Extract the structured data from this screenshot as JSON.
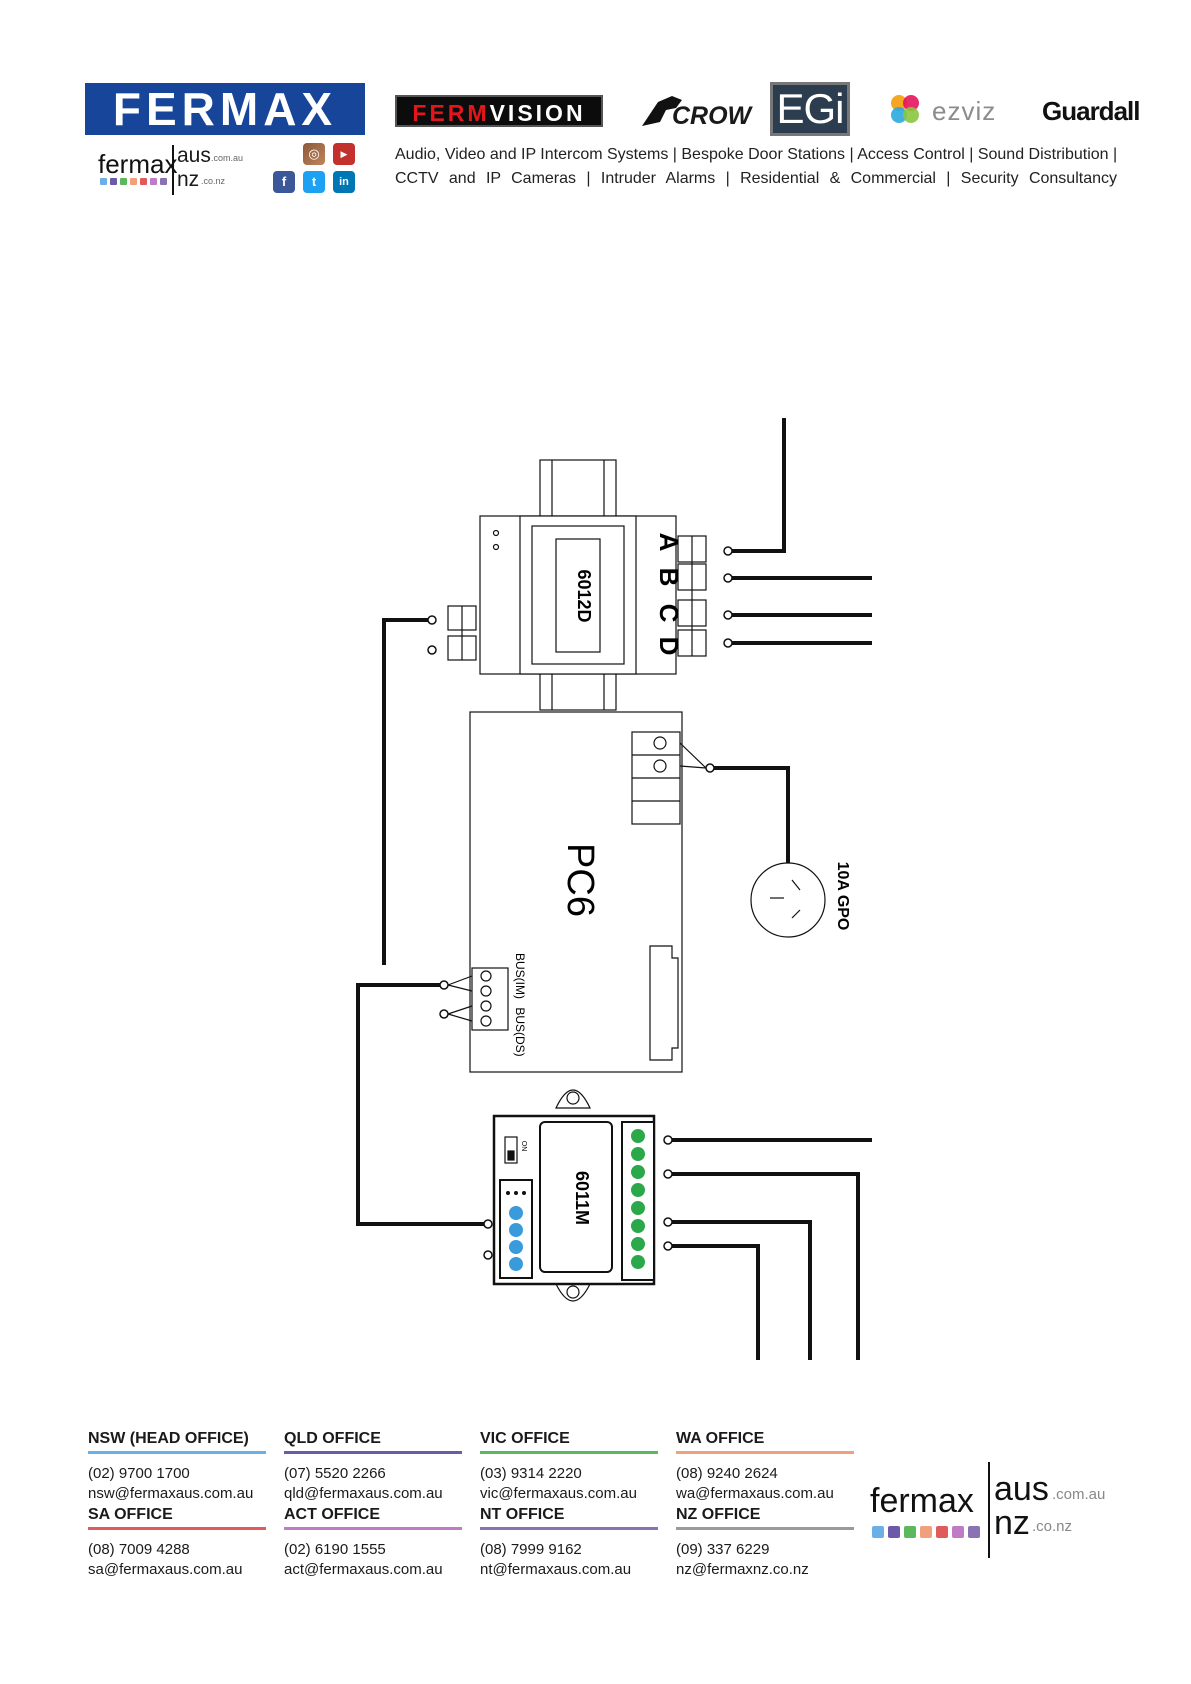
{
  "header": {
    "brands": {
      "fermax": "FERMAX",
      "fermvision_red": "FERM",
      "fermvision_white": "VISION",
      "crow": "CROW",
      "egi": "EGi",
      "ezviz": "ezviz",
      "guardall": "Guardall"
    },
    "site_brand": {
      "word": "fermax",
      "aus": "aus",
      "aus_tld": ".com.au",
      "nz": "nz",
      "nz_tld": ".co.nz"
    },
    "social_icons": [
      "instagram-icon",
      "youtube-icon",
      "facebook-icon",
      "twitter-icon",
      "linkedin-icon"
    ],
    "tagline_line1": "Audio, Video and IP Intercom Systems | Bespoke Door Stations | Access Control | Sound Distribution |",
    "tagline_line2": "CCTV and IP Cameras | Intruder Alarms | Residential & Commercial | Security Consultancy",
    "colors": {
      "fermax_blue": "#16459a",
      "fermvision_red": "#e4161c"
    }
  },
  "diagram": {
    "module_6012d": {
      "label": "6012D",
      "terminals": [
        "A",
        "B",
        "C",
        "D"
      ]
    },
    "power_supply": {
      "label": "PC6",
      "bus_im": "BUS(IM)",
      "bus_ds": "BUS(DS)"
    },
    "gpo": {
      "label": "10A GPO"
    },
    "module_6011m": {
      "label": "6011M",
      "switch_label": "ON"
    }
  },
  "footer": {
    "offices": [
      {
        "name": "NSW (HEAD OFFICE)",
        "phone": "(02) 9700 1700",
        "email": "nsw@fermaxaus.com.au",
        "color": "#6ab0e6"
      },
      {
        "name": "QLD OFFICE",
        "phone": "(07) 5520 2266",
        "email": "qld@fermaxaus.com.au",
        "color": "#6b5aa8"
      },
      {
        "name": "VIC OFFICE",
        "phone": "(03) 9314 2220",
        "email": "vic@fermaxaus.com.au",
        "color": "#5cb85c"
      },
      {
        "name": "WA OFFICE",
        "phone": "(08) 9240 2624",
        "email": "wa@fermaxaus.com.au",
        "color": "#f0a07a"
      },
      {
        "name": "SA OFFICE",
        "phone": "(08) 7009 4288",
        "email": "sa@fermaxaus.com.au",
        "color": "#e05b5b"
      },
      {
        "name": "ACT OFFICE",
        "phone": "(02) 6190 1555",
        "email": "act@fermaxaus.com.au",
        "color": "#c07bc7"
      },
      {
        "name": "NT OFFICE",
        "phone": "(08) 7999 9162",
        "email": "nt@fermaxaus.com.au",
        "color": "#8a73b5"
      },
      {
        "name": "NZ OFFICE",
        "phone": "(09) 337 6229",
        "email": "nz@fermaxnz.co.nz",
        "color": "#9a9a9a"
      }
    ],
    "brand": {
      "word": "fermax",
      "aus": "aus",
      "aus_tld": ".com.au",
      "nz": "nz",
      "nz_tld": ".co.nz"
    },
    "dot_colors": [
      "#6ab0e6",
      "#6b5aa8",
      "#5cb85c",
      "#f0a07a",
      "#e05b5b",
      "#c07bc7",
      "#8a73b5"
    ]
  }
}
